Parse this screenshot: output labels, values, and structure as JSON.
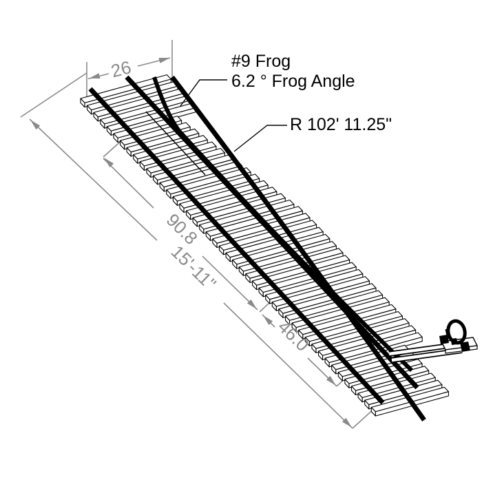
{
  "drawing": {
    "annotations": {
      "frog_label": "#9 Frog",
      "frog_angle_label": "6.2 ° Frog Angle",
      "radius_label": "R 102' 11.25\""
    },
    "dimensions": {
      "switch_panel": "26",
      "closure": "90.8",
      "overall": "15'-11\"",
      "heel": "46.0"
    },
    "colors": {
      "line": "#000000",
      "dimension": "#8a8a8a",
      "background": "#ffffff"
    }
  }
}
